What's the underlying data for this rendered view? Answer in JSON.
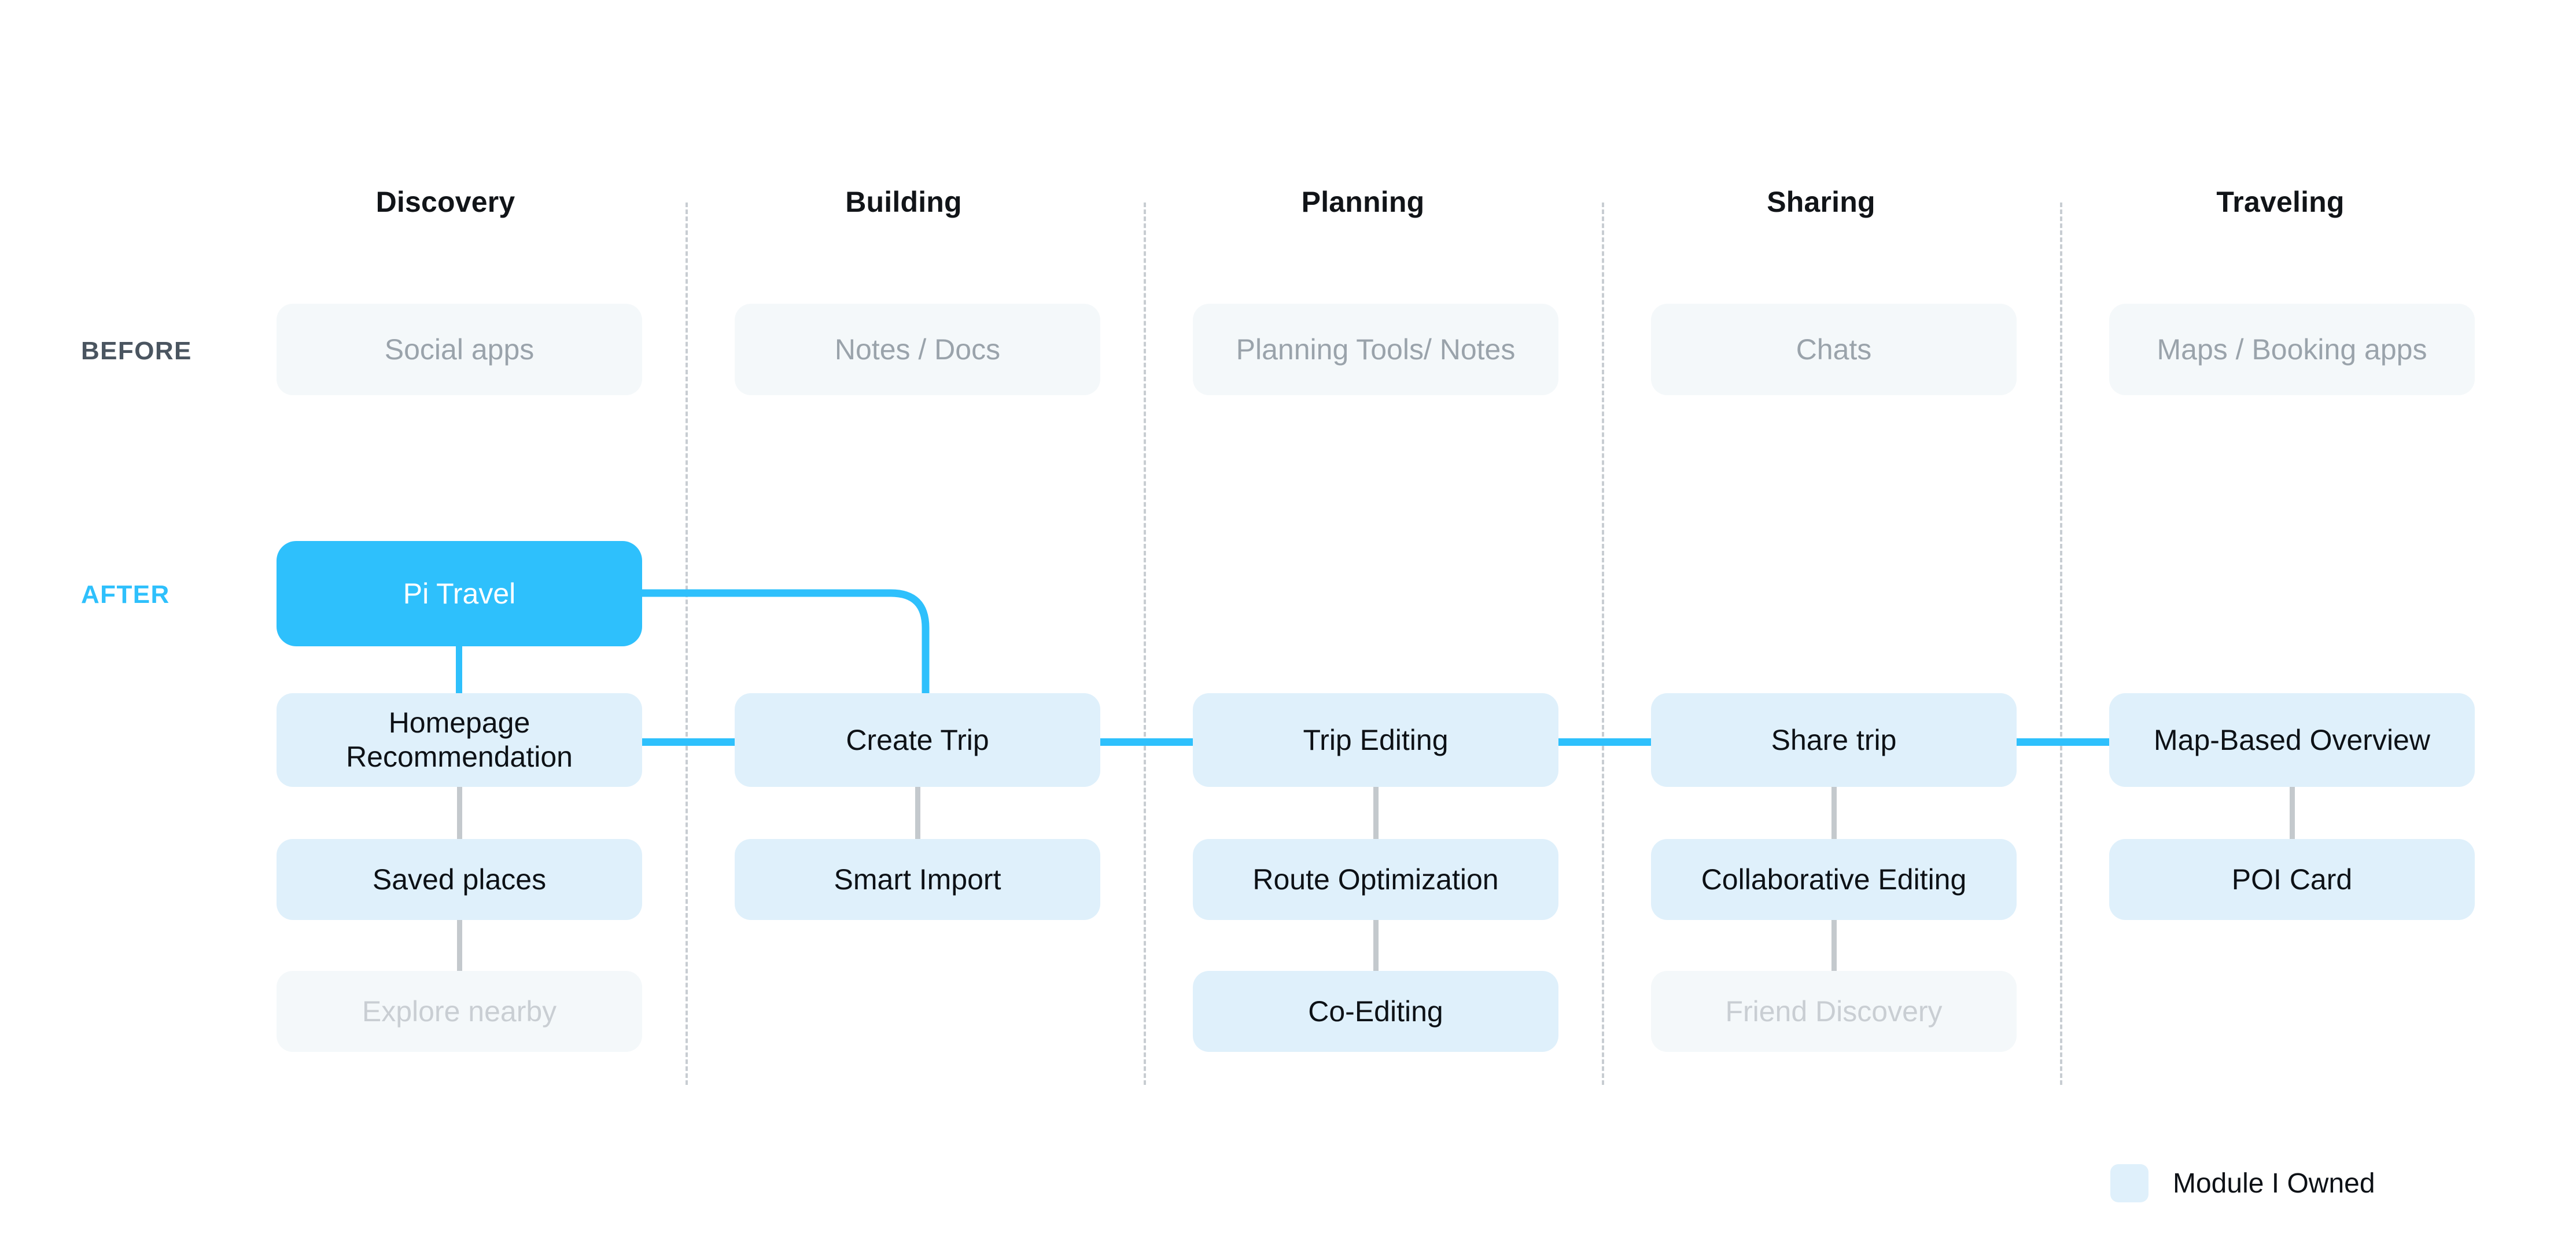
{
  "diagram": {
    "title_visible": false,
    "colors": {
      "accent": "#2ec0fc",
      "owned_module": "#dff0fb",
      "before_box": "#f4f8fa",
      "muted_text": "#c9ced3",
      "before_text": "#9aa3ab",
      "divider": "#c8cdd2",
      "gray_connector": "#c4c9cd",
      "background": "#ffffff"
    },
    "columns": [
      {
        "label": "Discovery"
      },
      {
        "label": "Building"
      },
      {
        "label": "Planning"
      },
      {
        "label": "Sharing"
      },
      {
        "label": "Traveling"
      }
    ],
    "rows": {
      "before_label": "BEFORE",
      "after_label": "AFTER"
    },
    "before_boxes": [
      {
        "label": "Social apps"
      },
      {
        "label": "Notes / Docs"
      },
      {
        "label": "Planning Tools/ Notes"
      },
      {
        "label": "Chats"
      },
      {
        "label": "Maps / Booking apps"
      }
    ],
    "after": {
      "entry_box": {
        "label": "Pi Travel",
        "style": "primary"
      },
      "columns": [
        {
          "column": "Discovery",
          "boxes": [
            {
              "label": "Homepage Recommendation",
              "style": "owned"
            },
            {
              "label": "Saved places",
              "style": "owned"
            },
            {
              "label": "Explore nearby",
              "style": "muted"
            }
          ]
        },
        {
          "column": "Building",
          "boxes": [
            {
              "label": "Create Trip",
              "style": "owned"
            },
            {
              "label": "Smart Import",
              "style": "owned"
            }
          ]
        },
        {
          "column": "Planning",
          "boxes": [
            {
              "label": "Trip Editing",
              "style": "owned"
            },
            {
              "label": "Route Optimization",
              "style": "owned"
            },
            {
              "label": "Co-Editing",
              "style": "owned"
            }
          ]
        },
        {
          "column": "Sharing",
          "boxes": [
            {
              "label": "Share trip",
              "style": "owned"
            },
            {
              "label": "Collaborative Editing",
              "style": "owned"
            },
            {
              "label": "Friend Discovery",
              "style": "muted"
            }
          ]
        },
        {
          "column": "Traveling",
          "boxes": [
            {
              "label": "Map-Based Overview",
              "style": "owned"
            },
            {
              "label": "POI Card",
              "style": "owned"
            }
          ]
        }
      ]
    },
    "legend": {
      "swatch_color": "#dff0fb",
      "label": "Module I Owned"
    }
  }
}
